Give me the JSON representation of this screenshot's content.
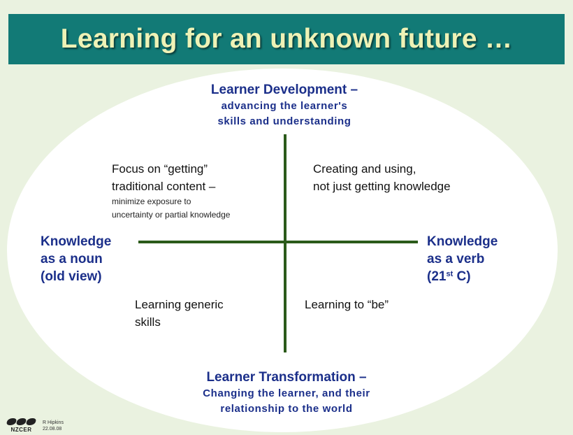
{
  "slide": {
    "title": "Learning for an unknown future …"
  },
  "top": {
    "title": "Learner Development –",
    "sub_line1": "advancing the learner's",
    "sub_line2": "skills and understanding"
  },
  "bottom": {
    "title": "Learner Transformation –",
    "sub_line1": "Changing the learner, and their",
    "sub_line2": "relationship to the world"
  },
  "left": {
    "line1": "Knowledge",
    "line2": "as a noun",
    "line3": "(old view)"
  },
  "right": {
    "line1": "Knowledge",
    "line2": "as a verb",
    "line3_prefix": "(21",
    "line3_sup": "st",
    "line3_suffix": " C)"
  },
  "quadrants": {
    "top_left": {
      "line1": "Focus on “getting”",
      "line2": "traditional content –",
      "small1": "minimize exposure to",
      "small2": "uncertainty or partial knowledge"
    },
    "top_right": {
      "line1": "Creating and using,",
      "line2": "not just getting knowledge"
    },
    "bottom_left": {
      "line1": "Learning generic",
      "line2": "skills"
    },
    "bottom_right": {
      "line1": "Learning to “be”"
    }
  },
  "footer": {
    "logo_text": "NZCER",
    "author": "R Hipkins",
    "date": "22.08.08"
  },
  "colors": {
    "title_bar": "#127a76",
    "title_text": "#eef2b6",
    "axis_labels": "#1b2f8a",
    "axes": "#2b5a1a",
    "background": "#eaf2e0"
  }
}
